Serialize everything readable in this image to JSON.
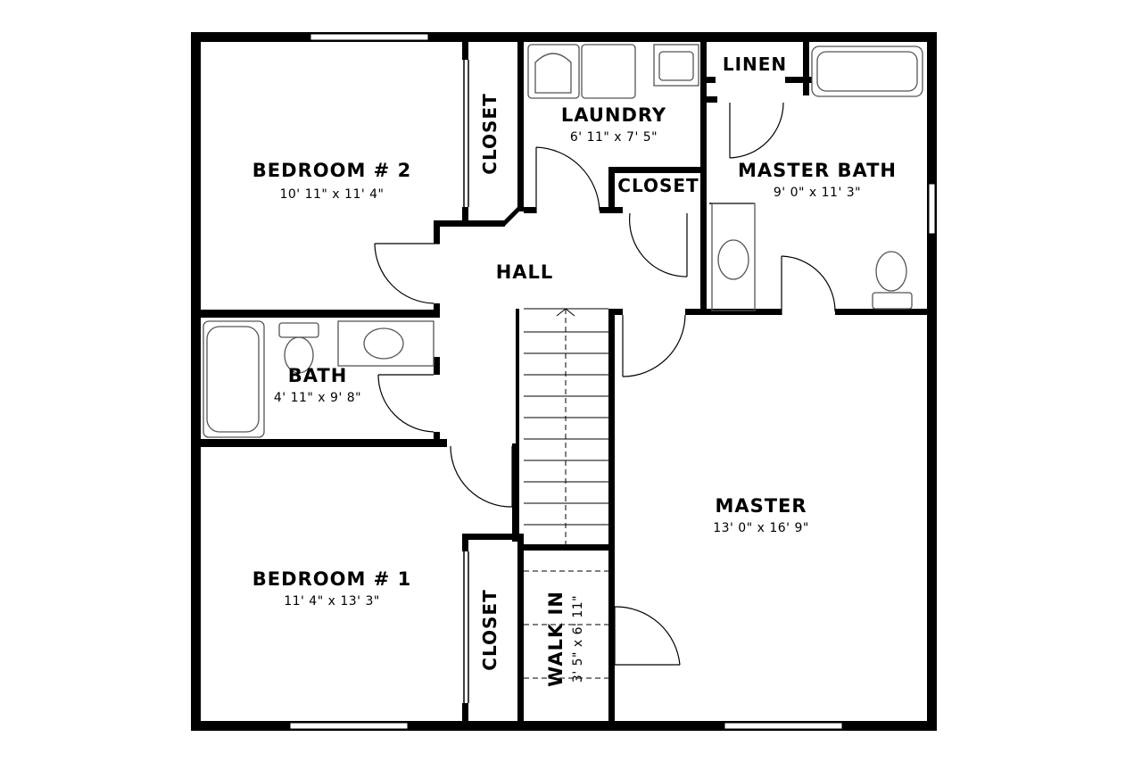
{
  "rooms": {
    "bedroom2": {
      "name": "BEDROOM # 2",
      "dims": "10' 11\" x 11' 4\""
    },
    "laundry": {
      "name": "LAUNDRY",
      "dims": "6' 11\" x 7' 5\""
    },
    "linen": {
      "name": "LINEN"
    },
    "master_bath": {
      "name": "MASTER BATH",
      "dims": "9' 0\" x 11' 3\""
    },
    "closet_hall": {
      "name": "CLOSET"
    },
    "closet_bed2": {
      "name": "CLOSET"
    },
    "closet_bed1": {
      "name": "CLOSET"
    },
    "hall": {
      "name": "HALL"
    },
    "bath": {
      "name": "BATH",
      "dims": "4' 11\" x 9' 8\""
    },
    "master": {
      "name": "MASTER",
      "dims": "13' 0\" x 16' 9\""
    },
    "bedroom1": {
      "name": "BEDROOM # 1",
      "dims": "11' 4\" x 13' 3\""
    },
    "walk_in": {
      "name": "WALK IN",
      "dims": "3' 5\" x 6' 11\""
    }
  },
  "colors": {
    "wall": "#000000",
    "fixture": "#555555",
    "background": "#ffffff"
  }
}
